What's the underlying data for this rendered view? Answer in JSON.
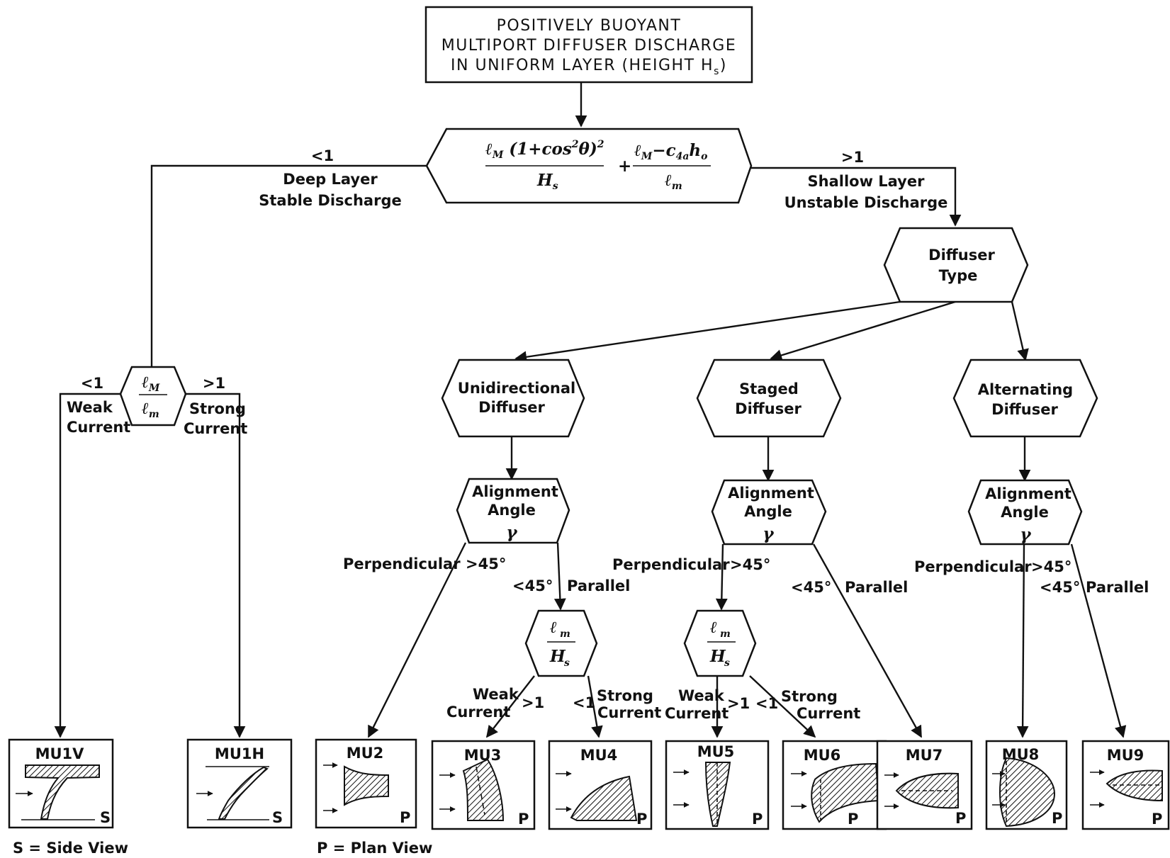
{
  "title_box": {
    "line1": "POSITIVELY BUOYANT",
    "line2": "MULTIPORT DIFFUSER DISCHARGE",
    "line3": "IN UNIFORM LAYER (HEIGHT H",
    "line3_sub": "s",
    "line3_end": ")"
  },
  "criterion": {
    "term1_num": "ℓ",
    "term1_num_sub": "M",
    "term1_num_rest": " (1+cos",
    "term1_num_sup": "2",
    "term1_num_end": "θ)",
    "term1_num_sup2": "2",
    "term1_den": "H",
    "term1_den_sub": "s",
    "plus": "+",
    "term2_num": "ℓ",
    "term2_num_sub": "M",
    "term2_num_rest": "−c",
    "term2_num_sub2": "4a",
    "term2_num_end": "h",
    "term2_num_sub3": "o",
    "term2_den": "ℓ",
    "term2_den_sub": "m"
  },
  "deep_branch": {
    "threshold": "<1",
    "line1": "Deep Layer",
    "line2": "Stable Discharge"
  },
  "shallow_branch": {
    "threshold": ">1",
    "line1": "Shallow Layer",
    "line2": "Unstable Discharge"
  },
  "diffuser_type": {
    "line1": "Diffuser",
    "line2": "Type"
  },
  "lm_lm": {
    "num": "ℓ",
    "num_sub": "M",
    "den": "ℓ",
    "den_sub": "m",
    "left_threshold": "<1",
    "left_line1": "Weak",
    "left_line2": "Current",
    "right_threshold": ">1",
    "right_line1": "Strong",
    "right_line2": "Current"
  },
  "diffusers": {
    "unidirectional": {
      "line1": "Unidirectional",
      "line2": "Diffuser"
    },
    "staged": {
      "line1": "Staged",
      "line2": "Diffuser"
    },
    "alternating": {
      "line1": "Alternating",
      "line2": "Diffuser"
    }
  },
  "alignment": {
    "line1": "Alignment",
    "line2": "Angle",
    "symbol": "γ"
  },
  "angle_labels": {
    "perpendicular": "Perpendicular",
    "gt45": ">45°",
    "lt45": "<45°",
    "parallel": "Parallel"
  },
  "lm_hs": {
    "num": "ℓ",
    "num_sub": "m",
    "den": "H",
    "den_sub": "s",
    "weak_line1": "Weak",
    "weak_line2": "Current",
    "weak_threshold": ">1",
    "strong_threshold": "<1",
    "strong_line1": "Strong",
    "strong_line2": "Current"
  },
  "classes": [
    "MU1V",
    "MU1H",
    "MU2",
    "MU3",
    "MU4",
    "MU5",
    "MU6",
    "MU7",
    "MU8",
    "MU9"
  ],
  "view_codes": {
    "side": "S",
    "plan": "P"
  },
  "legend": {
    "side_view": "S = Side View",
    "plan_view": "P = Plan View"
  }
}
